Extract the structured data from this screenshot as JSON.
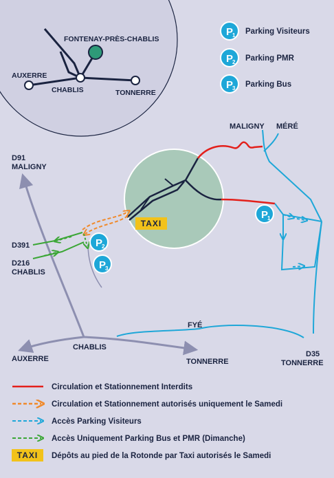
{
  "inset": {
    "places": {
      "fontenay": "FONTENAY-PRÈS-CHABLIS",
      "auxerre": "AUXERRE",
      "chablis": "CHABLIS",
      "tonnerre": "TONNERRE"
    }
  },
  "parking_key": [
    {
      "badge": "P",
      "sub": "1",
      "label": "Parking Visiteurs"
    },
    {
      "badge": "P",
      "sub": "2",
      "label": "Parking PMR"
    },
    {
      "badge": "P",
      "sub": "3",
      "label": "Parking Bus"
    }
  ],
  "map": {
    "labels": {
      "maligny_top": "MALIGNY",
      "mere": "MÉRÉ",
      "d91": "D91",
      "maligny_left": "MALIGNY",
      "d391": "D391",
      "d216": "D216",
      "chablis_d216": "CHABLIS",
      "chablis_center": "CHABLIS",
      "auxerre": "AUXERRE",
      "tonnerre_bottom": "TONNERRE",
      "fye": "FYÉ",
      "d35": "D35",
      "tonnerre_right": "TONNERRE",
      "taxi": "TAXI"
    },
    "markers": [
      {
        "badge": "P",
        "sub": "1"
      },
      {
        "badge": "P",
        "sub": "2"
      },
      {
        "badge": "P",
        "sub": "3"
      }
    ]
  },
  "legend": [
    {
      "kind": "red",
      "label": "Circulation et Stationnement Interdits"
    },
    {
      "kind": "orange-dashed",
      "label": "Circulation et Stationnement autorisés uniquement le Samedi"
    },
    {
      "kind": "blue-dashed",
      "label": "Accès Parking Visiteurs"
    },
    {
      "kind": "green-dashed",
      "label": "Accès Uniquement Parking Bus et PMR (Dimanche)"
    },
    {
      "kind": "taxi",
      "badge": "TAXI",
      "label": "Dépôts au pied de la Rotonde par Taxi autorisés le Samedi"
    }
  ],
  "colors": {
    "background": "#d9d9e8",
    "navy": "#1a2340",
    "red": "#e3201b",
    "orange": "#f08a2c",
    "blue": "#1ea7d8",
    "green": "#3aa635",
    "grey_road": "#8d8fb0",
    "rotonde": "#a9c9b9",
    "taxi_yellow": "#f2c21a"
  }
}
